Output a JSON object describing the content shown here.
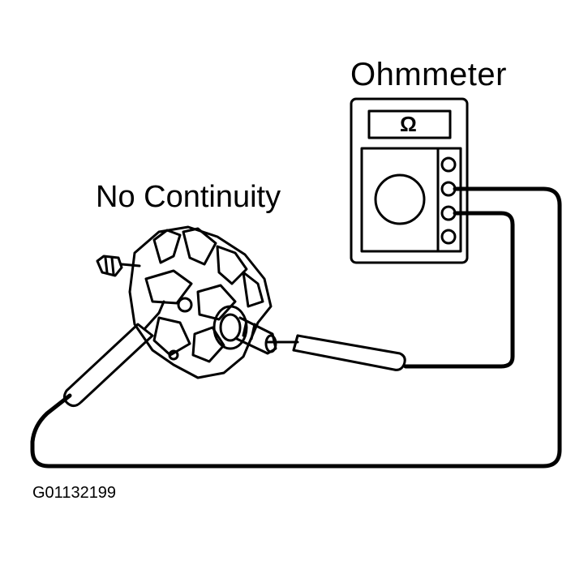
{
  "labels": {
    "meter_name": "Ohmmeter",
    "result": "No Continuity",
    "figure_id": "G01132199",
    "display_symbol": "Ω"
  },
  "icons": {
    "meter": "ohmmeter-icon",
    "rotor": "alternator-rotor-icon",
    "probe": "test-probe-icon"
  },
  "colors": {
    "ink": "#000000",
    "paper": "#ffffff"
  }
}
